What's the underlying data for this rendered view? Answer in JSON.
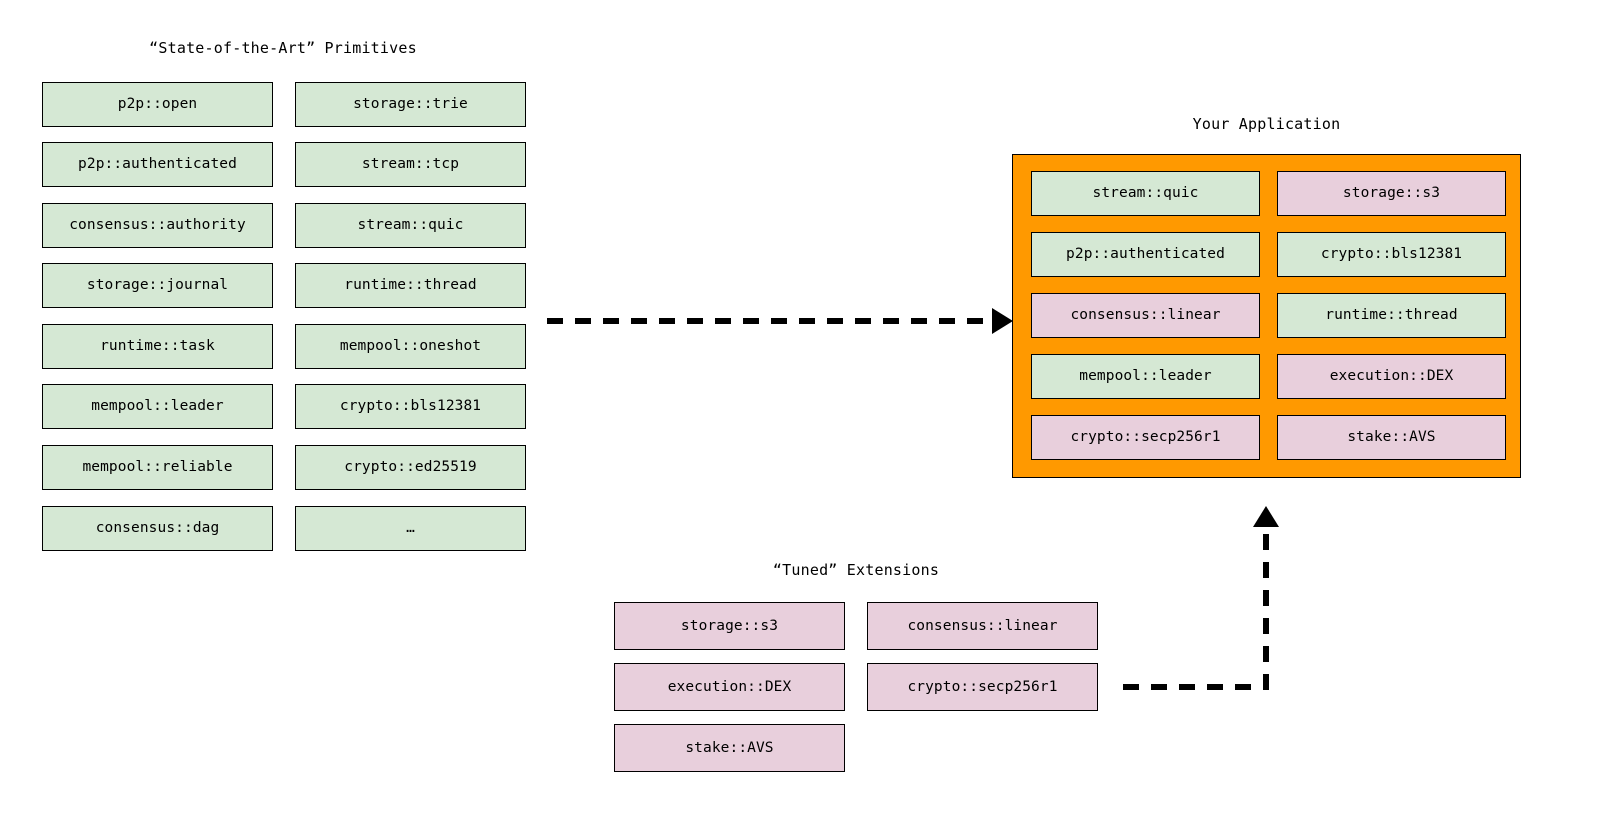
{
  "diagram": {
    "background_color": "#ffffff",
    "colors": {
      "primitive_green": "#d5e8d4",
      "extension_pink": "#e8cfdc",
      "application_orange": "#ff9900",
      "border": "#000000",
      "connector": "#000000"
    }
  },
  "primitives_section": {
    "title": "“State-of-the-Art” Primitives",
    "column_left": [
      {
        "label": "p2p::open",
        "color": "green"
      },
      {
        "label": "p2p::authenticated",
        "color": "green"
      },
      {
        "label": "consensus::authority",
        "color": "green"
      },
      {
        "label": "storage::journal",
        "color": "green"
      },
      {
        "label": "runtime::task",
        "color": "green"
      },
      {
        "label": "mempool::leader",
        "color": "green"
      },
      {
        "label": "mempool::reliable",
        "color": "green"
      },
      {
        "label": "consensus::dag",
        "color": "green"
      }
    ],
    "column_right": [
      {
        "label": "storage::trie",
        "color": "green"
      },
      {
        "label": "stream::tcp",
        "color": "green"
      },
      {
        "label": "stream::quic",
        "color": "green"
      },
      {
        "label": "runtime::thread",
        "color": "green"
      },
      {
        "label": "mempool::oneshot",
        "color": "green"
      },
      {
        "label": "crypto::bls12381",
        "color": "green"
      },
      {
        "label": "crypto::ed25519",
        "color": "green"
      },
      {
        "label": "…",
        "color": "green"
      }
    ]
  },
  "application_section": {
    "title": "Your Application",
    "panel_color": "#ff9900",
    "column_left": [
      {
        "label": "stream::quic",
        "color": "green"
      },
      {
        "label": "p2p::authenticated",
        "color": "green"
      },
      {
        "label": "consensus::linear",
        "color": "pink"
      },
      {
        "label": "mempool::leader",
        "color": "green"
      },
      {
        "label": "crypto::secp256r1",
        "color": "pink"
      }
    ],
    "column_right": [
      {
        "label": "storage::s3",
        "color": "pink"
      },
      {
        "label": "crypto::bls12381",
        "color": "green"
      },
      {
        "label": "runtime::thread",
        "color": "green"
      },
      {
        "label": "execution::DEX",
        "color": "pink"
      },
      {
        "label": "stake::AVS",
        "color": "pink"
      }
    ]
  },
  "extensions_section": {
    "title": "“Tuned” Extensions",
    "column_left": [
      {
        "label": "storage::s3",
        "color": "pink"
      },
      {
        "label": "execution::DEX",
        "color": "pink"
      },
      {
        "label": "stake::AVS",
        "color": "pink"
      }
    ],
    "column_right": [
      {
        "label": "consensus::linear",
        "color": "pink"
      },
      {
        "label": "crypto::secp256r1",
        "color": "pink"
      }
    ]
  },
  "connectors": [
    {
      "name": "primitives-to-application",
      "style": "dashed",
      "direction": "right",
      "from": "primitives_section",
      "to": "application_section"
    },
    {
      "name": "extensions-to-application",
      "style": "dashed",
      "direction": "up",
      "from": "extensions_section",
      "to": "application_section"
    }
  ]
}
